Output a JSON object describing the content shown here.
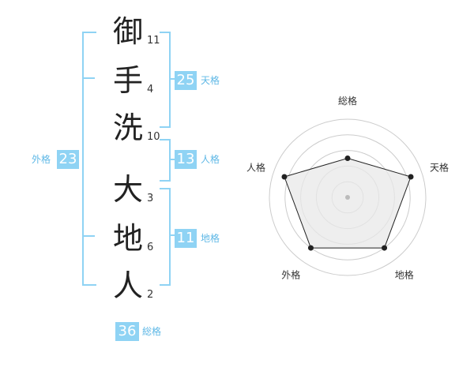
{
  "name": {
    "chars": [
      {
        "char": "御",
        "strokes": "11"
      },
      {
        "char": "手",
        "strokes": "4"
      },
      {
        "char": "洗",
        "strokes": "10"
      },
      {
        "char": "大",
        "strokes": "3"
      },
      {
        "char": "地",
        "strokes": "6"
      },
      {
        "char": "人",
        "strokes": "2"
      }
    ]
  },
  "kakusu": {
    "tenkaku": {
      "value": "25",
      "label": "天格"
    },
    "jinkaku": {
      "value": "13",
      "label": "人格"
    },
    "chikaku": {
      "value": "11",
      "label": "地格"
    },
    "gaikaku": {
      "value": "23",
      "label": "外格"
    },
    "soukaku": {
      "value": "36",
      "label": "総格"
    }
  },
  "radar": {
    "axes": [
      "総格",
      "天格",
      "地格",
      "外格",
      "人格"
    ],
    "values": [
      0.5,
      0.85,
      0.8,
      0.8,
      0.85
    ],
    "colors": {
      "fill": "#e8e8e8",
      "line": "#222222",
      "grid": "#cccccc",
      "accent": "#8fd3f4"
    }
  }
}
